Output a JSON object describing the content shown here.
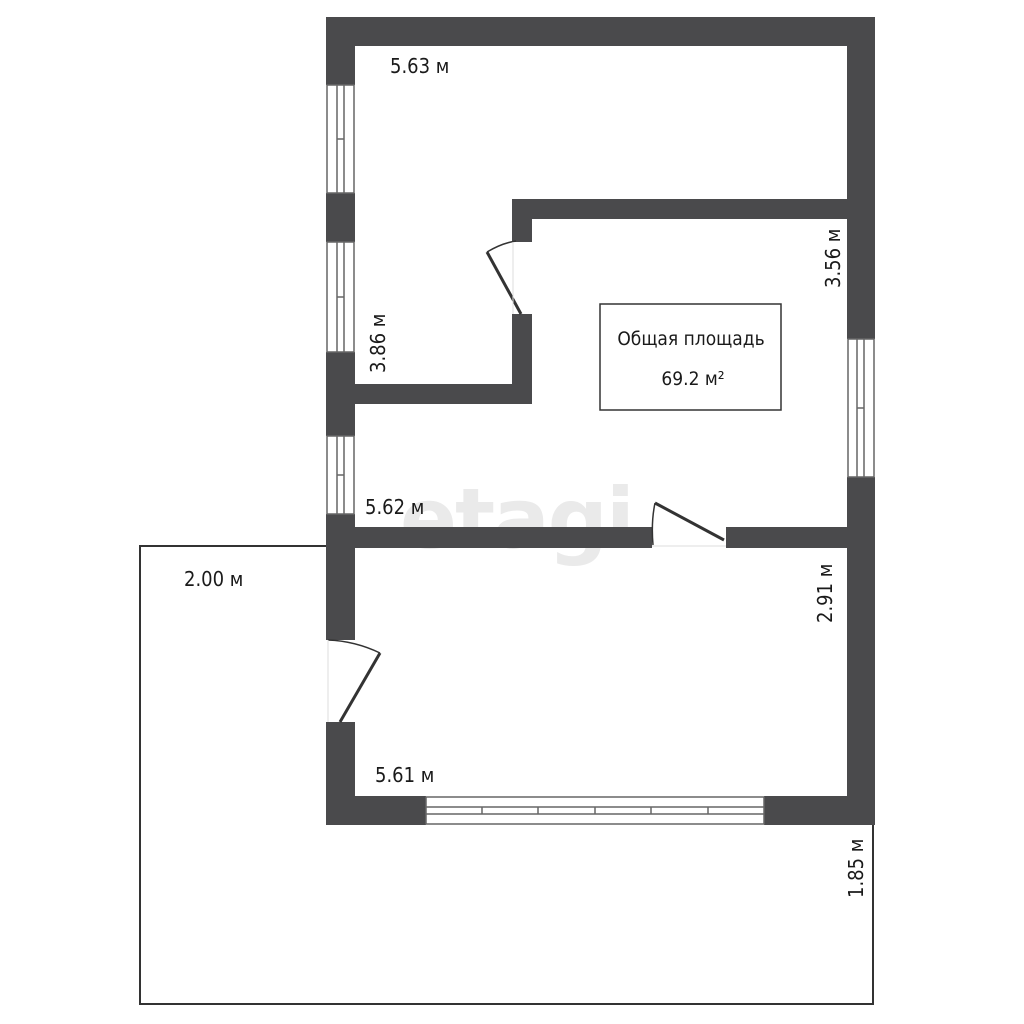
{
  "colors": {
    "wall": "#4a4a4c",
    "line": "#333333",
    "window_frame": "#666666",
    "background": "#ffffff",
    "watermark": "#eaeaea"
  },
  "watermark": "etagi",
  "total_area": {
    "label": "Общая площадь",
    "value": "69.2 м²"
  },
  "dimensions": {
    "top_room_width": "5.63 м",
    "top_room_left_height": "3.86 м",
    "right_room_height": "3.56 м",
    "middle_width": "5.62 м",
    "terrace_width": "2.00 м",
    "bottom_room_height": "2.91 м",
    "bottom_room_width": "5.61 м",
    "terrace_height": "1.85 м"
  }
}
